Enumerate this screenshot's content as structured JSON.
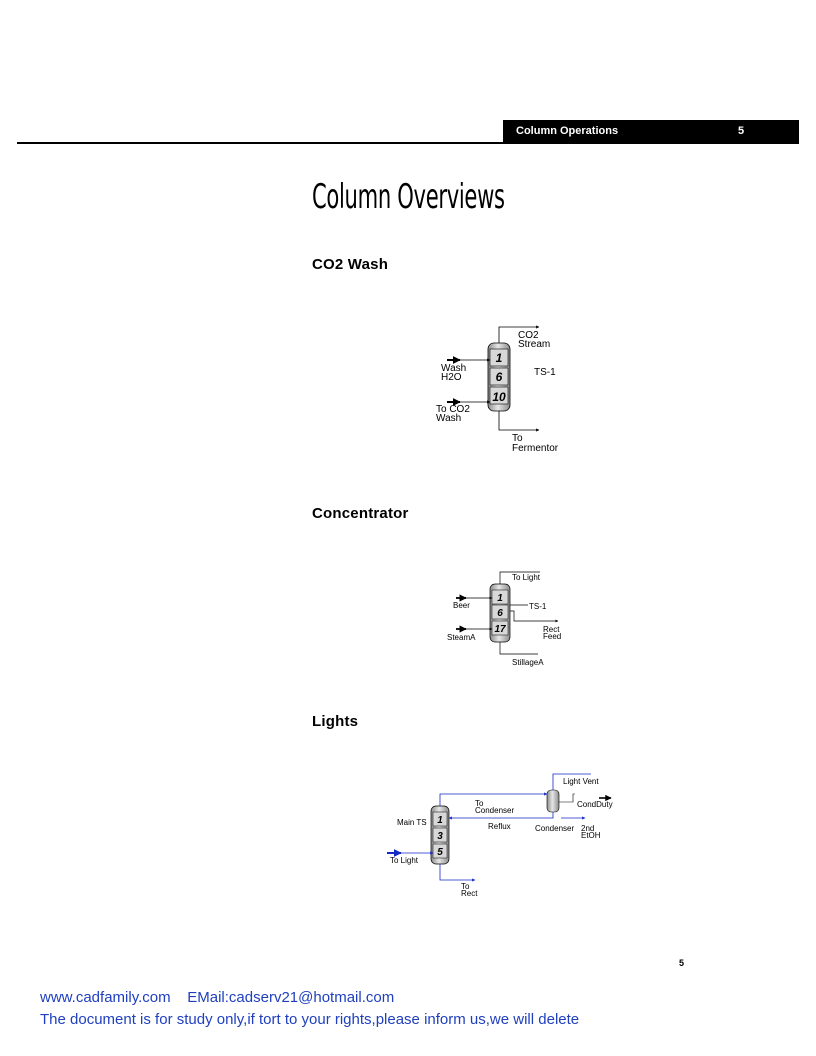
{
  "header": {
    "section": "Column Operations",
    "page": "5"
  },
  "title": "Column Overviews",
  "sections": {
    "co2wash": {
      "heading": "CO2 Wash",
      "labels": {
        "co2_stream_1": "CO2",
        "co2_stream_2": "Stream",
        "wash_h2o_1": "Wash",
        "wash_h2o_2": "H2O",
        "to_co2_wash_1": "To CO2",
        "to_co2_wash_2": "Wash",
        "to_fermentor_1": "To",
        "to_fermentor_2": "Fermentor",
        "unit": "TS-1",
        "stage_top": "1",
        "stage_mid": "6",
        "stage_bottom": "10"
      }
    },
    "concentrator": {
      "heading": "Concentrator",
      "labels": {
        "to_light": "To Light",
        "beer": "Beer",
        "steam": "SteamA",
        "unit": "TS-1",
        "rect_feed_1": "Rect",
        "rect_feed_2": "Feed",
        "stillage": "StillageA",
        "stage_top": "1",
        "stage_mid": "6",
        "stage_bottom": "17"
      }
    },
    "lights": {
      "heading": "Lights",
      "labels": {
        "light_vent": "Light Vent",
        "to_condenser_1": "To",
        "to_condenser_2": "Condenser",
        "cond_duty": "CondDuty",
        "main_ts": "Main TS",
        "reflux": "Reflux",
        "condenser": "Condenser",
        "etoh_1": "2nd",
        "etoh_2": "EtOH",
        "to_light": "To Light",
        "to_rect_1": "To",
        "to_rect_2": "Rect",
        "stage_top": "1",
        "stage_mid": "3",
        "stage_bottom": "5"
      }
    }
  },
  "page_number": "5",
  "footer": {
    "line1": "www.cadfamily.com    EMail:cadserv21@hotmail.com",
    "line2": "The document is for study only,if tort to your rights,please inform us,we will delete"
  }
}
